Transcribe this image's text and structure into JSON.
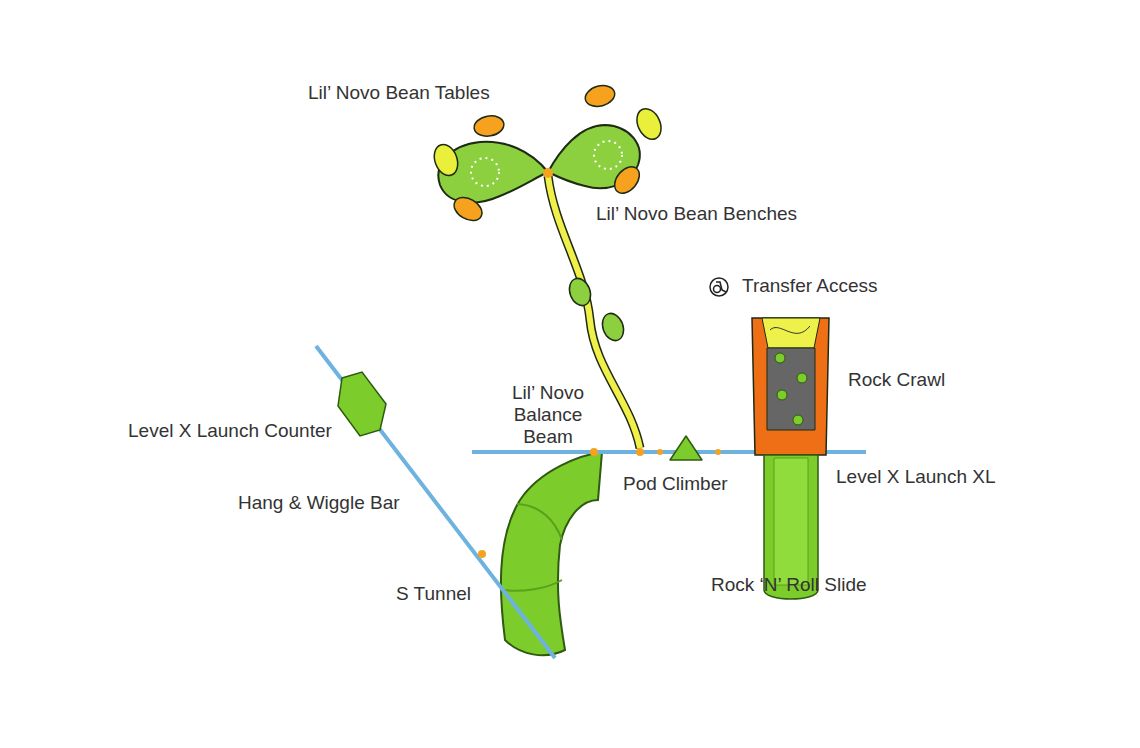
{
  "diagram": {
    "labels": [
      "Lil’ Novo Bean Tables",
      "Lil’ Novo Bean Benches",
      "Transfer Access",
      "Rock Crawl",
      "Level X Launch Counter",
      "Lil’ Novo Balance Beam",
      "Pod Climber",
      "Level X Launch XL",
      "Hang & Wiggle Bar",
      "S Tunnel",
      "Rock ‘N’ Roll Slide"
    ]
  }
}
